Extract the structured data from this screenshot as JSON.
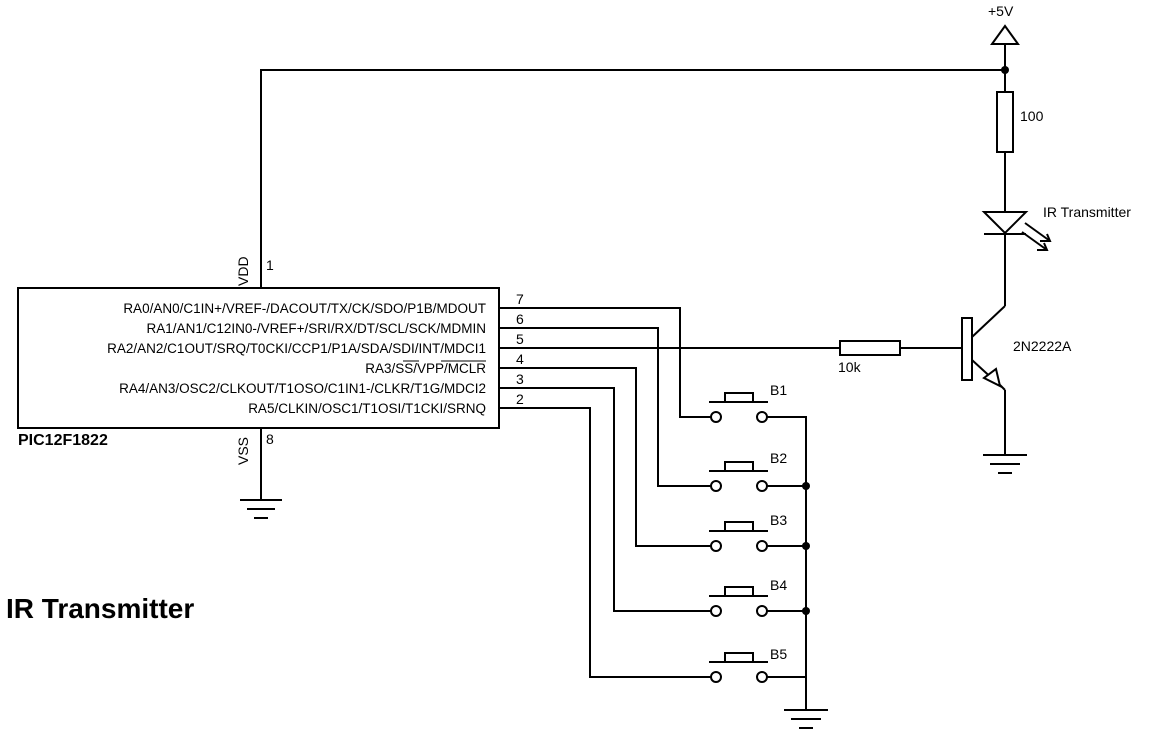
{
  "title": "IR Transmitter",
  "supply": {
    "label": "+5V"
  },
  "mcu": {
    "name": "PIC12F1822",
    "vdd_label": "VDD",
    "vdd_pin": "1",
    "vss_label": "VSS",
    "vss_pin": "8",
    "pins": [
      {
        "func": "RA0/AN0/C1IN+/VREF-/DACOUT/TX/CK/SDO/P1B/MDOUT",
        "num": "7"
      },
      {
        "func": "RA1/AN1/C12IN0-/VREF+/SRI/RX/DT/SCL/SCK/MDMIN",
        "num": "6"
      },
      {
        "func": "RA2/AN2/C1OUT/SRQ/T0CKI/CCP1/P1A/SDA/SDI/INT/MDCI1",
        "num": "5"
      },
      {
        "func": "RA3/SS/VPP/MCLR",
        "num": "4"
      },
      {
        "func": "RA4/AN3/OSC2/CLKOUT/T1OSO/C1IN1-/CLKR/T1G/MDCI2",
        "num": "3"
      },
      {
        "func": "RA5/CLKIN/OSC1/T1OSI/T1CKI/SRNQ",
        "num": "2"
      }
    ]
  },
  "components": {
    "resistor_led": "100",
    "led": "IR Transmitter",
    "resistor_base": "10k",
    "transistor": "2N2222A"
  },
  "buttons": [
    "B1",
    "B2",
    "B3",
    "B4",
    "B5"
  ]
}
